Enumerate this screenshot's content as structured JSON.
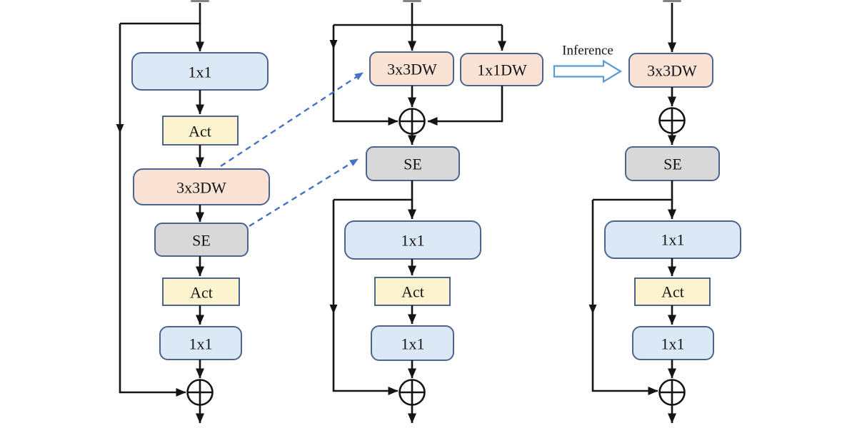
{
  "figure": {
    "annotations": {
      "inference_label": "Inference"
    },
    "icons": {
      "add_icon": "circle-plus",
      "inference_arrow_icon": "hollow-right-arrow"
    },
    "columns": [
      {
        "id": "training-block-expanded",
        "blocks": [
          {
            "label": "1x1"
          },
          {
            "label": "Act"
          },
          {
            "label": "3x3DW"
          },
          {
            "label": "SE"
          },
          {
            "label": "Act"
          },
          {
            "label": "1x1"
          }
        ]
      },
      {
        "id": "training-block-reparam-branches",
        "blocks": [
          {
            "label": "3x3DW"
          },
          {
            "label": "1x1DW"
          },
          {
            "label": "SE"
          },
          {
            "label": "1x1"
          },
          {
            "label": "Act"
          },
          {
            "label": "1x1"
          }
        ]
      },
      {
        "id": "inference-block",
        "blocks": [
          {
            "label": "3x3DW"
          },
          {
            "label": "SE"
          },
          {
            "label": "1x1"
          },
          {
            "label": "Act"
          },
          {
            "label": "1x1"
          }
        ]
      }
    ],
    "colors": {
      "conv_fill": "#dbe8f6",
      "dw_fill": "#fae3d4",
      "act_fill": "#fdf3cf",
      "se_fill": "#d8d8d8",
      "box_border": "#4d648f",
      "line": "#141414",
      "rep_dashed_arrow": "#4472c4",
      "inference_arrow_outline": "#5b9bd5"
    }
  }
}
